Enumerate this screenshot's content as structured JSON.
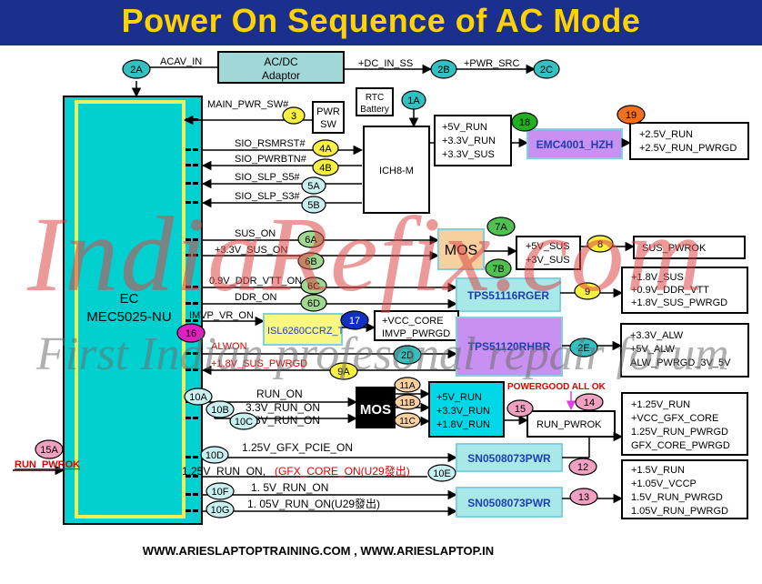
{
  "title": "Power On Sequence of AC Mode",
  "footer": "WWW.ARIESLAPTOPTRAINING.COM  , WWW.ARIESLAPTOP.IN",
  "watermark": {
    "main": "IndiaRefix.com",
    "sub": "First Indian profesonal repair forum"
  },
  "colors": {
    "ec_fill": "#00d0d0",
    "ec_border": "#e8f060",
    "purple": "#c890f0",
    "orange": "#f8d0a0",
    "title_bg": "#1b2f8f",
    "title_text": "#ffd200",
    "red_text": "#e00000"
  },
  "ec": {
    "name": "EC",
    "model": "MEC5025-NU"
  },
  "blocks": {
    "acdc_line1": "AC/DC",
    "acdc_line2": "Adaptor",
    "rtc_line1": "RTC",
    "rtc_line2": "Battery",
    "pwr_sw_line1": "PWR",
    "pwr_sw_line2": "SW",
    "ich": "ICH8-M",
    "emc": "EMC4001_HZH",
    "mos1": "MOS",
    "mos2": "MOS",
    "tps1": "TPS51116RGER",
    "tps2": "TPS51120RHBR",
    "isl": "ISL6260CCRZ_T",
    "sn1": "SN0508073PWR",
    "sn2": "SN0508073PWR"
  },
  "steps": {
    "s2a": "2A",
    "s2b": "2B",
    "s2c": "2C",
    "s1a": "1A",
    "s3": "3",
    "s4a": "4A",
    "s4b": "4B",
    "s5a": "5A",
    "s5b": "5B",
    "s18": "18",
    "s19": "19",
    "s7a": "7A",
    "s7b": "7B",
    "s6a": "6A",
    "s6b": "6B",
    "s8": "8",
    "s6c": "6C",
    "s6d": "6D",
    "s9": "9",
    "s16": "16",
    "s17": "17",
    "s2d": "2D",
    "s2e": "2E",
    "s9a": "9A",
    "s10a": "10A",
    "s10b": "10B",
    "s10c": "10C",
    "s11a": "11A",
    "s11b": "11B",
    "s11c": "11C",
    "s15": "15",
    "s14": "14",
    "s15a": "15A",
    "s10d": "10D",
    "s10e": "10E",
    "s10f": "10F",
    "s10g": "10G",
    "s12": "12",
    "s13": "13"
  },
  "signals": {
    "acav_in": "ACAV_IN",
    "dc_in_ss": "+DC_IN_SS",
    "pwr_src": "+PWR_SRC",
    "main_pwr_sw": "MAIN_PWR_SW#",
    "sio_rsmrst": "SIO_RSMRST#",
    "sio_pwrbtn": "SIO_PWRBTN#",
    "sio_slp_s5": "SIO_SLP_S5#",
    "sio_slp_s3": "SIO_SLP_S3#",
    "sus_on": "SUS_ON",
    "v33_sus_on": "+3.3V_SUS_ON",
    "ddr_vtt_on": "0.9V_DDR_VTT_ON",
    "ddr_on": "DDR_ON",
    "imvp_vr_on": "IMVP_VR_ON",
    "alwon": "ALWON",
    "v18_sus_pwrgd": "+1.8V_SUS_PWRGD",
    "run_on": "RUN_ON",
    "v33_run_on": "3.3V_RUN_ON",
    "v18_run_on": "1.8V_RUN_ON",
    "gfx_pcie_on": "1.25V_GFX_PCIE_ON",
    "v125_run_on_a": "1.25V_RUN_ON,",
    "v125_run_on_b": "(GFX_CORE_ON(U29發出)",
    "v15_run_on": "1. 5V_RUN_ON",
    "v105_run_on": "1. 05V_RUN_ON(U29發出)",
    "run_pwrok_in": "RUN_PWROK",
    "powergood": "POWERGOOD ALL OK"
  },
  "rails": {
    "ich_out": [
      "+5V_RUN",
      "+3.3V_RUN",
      "+3.3V_SUS"
    ],
    "emc_out": [
      "+2.5V_RUN",
      "+2.5V_RUN_PWRGD"
    ],
    "mos1_out": [
      "+5V_SUS",
      "+3V_SUS"
    ],
    "sus_pwrok": "SUS_PWROK",
    "tps1_out": [
      "+1.8V_SUS",
      "+0.9V_DDR_VTT",
      "+1.8V_SUS_PWRGD"
    ],
    "isl_out": [
      "+VCC_CORE",
      "IMVP_PWRGD"
    ],
    "tps2_out": [
      "+3.3V_ALW",
      "+5V_ALW",
      "ALW_PWRGD_3V_5V"
    ],
    "mos2_out": [
      "+5V_RUN",
      "+3.3V_RUN",
      "+1.8V_RUN"
    ],
    "run_pwrok": "RUN_PWROK",
    "sn1_out": [
      "+1.25V_RUN",
      "+VCC_GFX_CORE",
      "1.25V_RUN_PWRGD",
      "GFX_CORE_PWRGD"
    ],
    "sn2_out": [
      "+1.5V_RUN",
      "+1.05V_VCCP",
      "1.5V_RUN_PWRGD",
      "1.05V_RUN_PWRGD"
    ]
  }
}
